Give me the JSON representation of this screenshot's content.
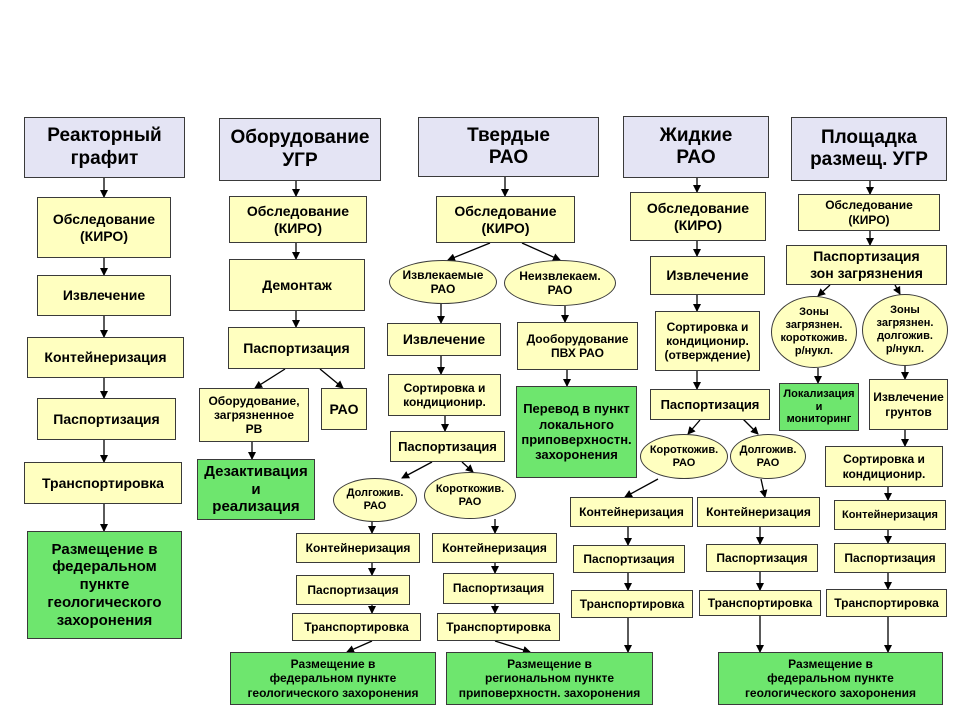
{
  "columns": {
    "graphite": {
      "header": "Реакторный\nграфит",
      "survey": "Обследование\n(КИРО)",
      "extract": "Извлечение",
      "container": "Контейнеризация",
      "passport": "Паспортизация",
      "transport": "Транспортировка",
      "disposal": "Размещение в\nфедеральном\nпункте\nгеологического\nзахоронения"
    },
    "equipment": {
      "header": "Оборудование\nУГР",
      "survey": "Обследование\n(КИРО)",
      "dismantle": "Демонтаж",
      "passport": "Паспортизация",
      "contaminated": "Оборудование,\nзагрязненное\nРВ",
      "rao": "РАО",
      "decontam": "Дезактивация\nи\nреализация"
    },
    "solid": {
      "header": "Твердые\nРАО",
      "survey": "Обследование\n(КИРО)",
      "retrievable": "Извлекаемые\nРАО",
      "non_retrievable": "Неизвлекаем.\nРАО",
      "extract": "Извлечение",
      "sort": "Сортировка и\nкондиционир.",
      "passport": "Паспортизация",
      "long_lived": "Долгожив.\nРАО",
      "short_lived": "Короткожив.\nРАО",
      "long_container": "Контейнеризация",
      "long_passport": "Паспортизация",
      "long_transport": "Транспортировка",
      "short_container": "Контейнеризация",
      "short_passport": "Паспортизация",
      "short_transport": "Транспортировка",
      "refit": "Дооборудование\nПВХ РАО",
      "convert": "Перевод в пункт\nлокального\nприповерхностн.\nзахоронения"
    },
    "liquid": {
      "header": "Жидкие\nРАО",
      "survey": "Обследование\n(КИРО)",
      "extract": "Извлечение",
      "sort": "Сортировка и\nкондиционир.\n(отверждение)",
      "passport": "Паспортизация",
      "short_lived": "Короткожив.\nРАО",
      "long_lived": "Долгожив.\nРАО",
      "short_container": "Контейнеризация",
      "short_passport": "Паспортизация",
      "short_transport": "Транспортировка",
      "long_container": "Контейнеризация",
      "long_passport": "Паспортизация",
      "long_transport": "Транспортировка"
    },
    "site": {
      "header": "Площадка\nразмещ. УГР",
      "survey": "Обследование\n(КИРО)",
      "passport_zones": "Паспортизация\nзон загрязнения",
      "zone_short": "Зоны\nзагрязнен.\nкороткожив.\nр/нукл.",
      "zone_long": "Зоны\nзагрязнен.\nдолгожив.\nр/нукл.",
      "localize": "Локализация\nи\nмониторинг",
      "soil_extract": "Извлечение\nгрунтов",
      "sort": "Сортировка и\nкондиционир.",
      "container": "Контейнеризация",
      "passport": "Паспортизация",
      "transport": "Транспортировка"
    }
  },
  "bottom": {
    "federal_left": "Размещение в\nфедеральном пункте\nгеологического захоронения",
    "regional": "Размещение в\nрегиональном пункте\nприповерхностн. захоронения",
    "federal_right": "Размещение в\nфедеральном пункте\nгеологического захоронения"
  },
  "colors": {
    "header_fill": "#e4e4f4",
    "step_fill": "#ffffc0",
    "final_fill": "#6ee66e",
    "border": "#3a3a3a",
    "arrow": "#000000"
  }
}
